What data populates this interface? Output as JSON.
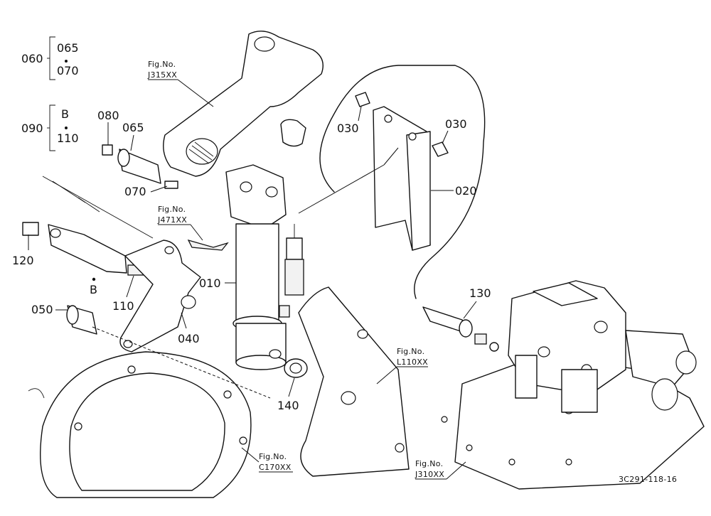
{
  "parts": {
    "p060": "060",
    "p065": "065",
    "p070": "070",
    "p090": "090",
    "pB": "B",
    "p110": "110",
    "p080": "080",
    "p065b": "065",
    "p070b": "070",
    "p120": "120",
    "pBb": "B",
    "p110b": "110",
    "p050": "050",
    "p040": "040",
    "p010": "010",
    "p140": "140",
    "p030a": "030",
    "p030b": "030",
    "p020": "020",
    "p130": "130"
  },
  "refs": {
    "fig_label": "Fig.No.",
    "j315": "J315XX",
    "j471": "J471XX",
    "l110": "L110XX",
    "c170": "C170XX",
    "j310": "J310XX"
  },
  "drawing_code": "3C291-118-16"
}
